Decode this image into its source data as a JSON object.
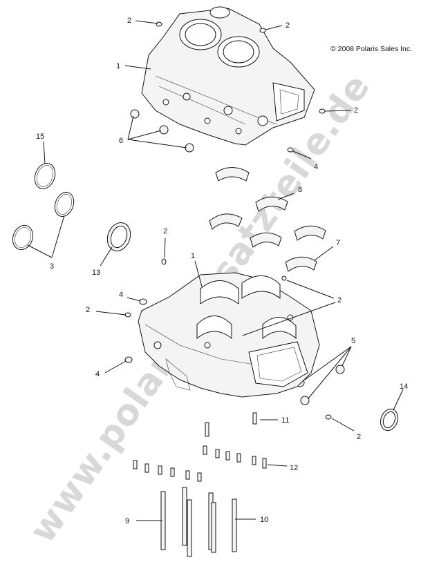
{
  "copyright": "© 2008 Polaris Sales Inc.",
  "watermark": "www.polaris-ersatzteile.de",
  "callouts": {
    "c1a": "1",
    "c1b": "1",
    "c2a": "2",
    "c2b": "2",
    "c2c": "2",
    "c2d": "2",
    "c2e": "2",
    "c2f": "2",
    "c2g": "2",
    "c3": "3",
    "c4a": "4",
    "c4b": "4",
    "c4c": "4",
    "c5": "5",
    "c6": "6",
    "c7": "7",
    "c8": "8",
    "c9": "9",
    "c10": "10",
    "c11": "11",
    "c12": "12",
    "c13": "13",
    "c14": "14",
    "c15": "15"
  }
}
